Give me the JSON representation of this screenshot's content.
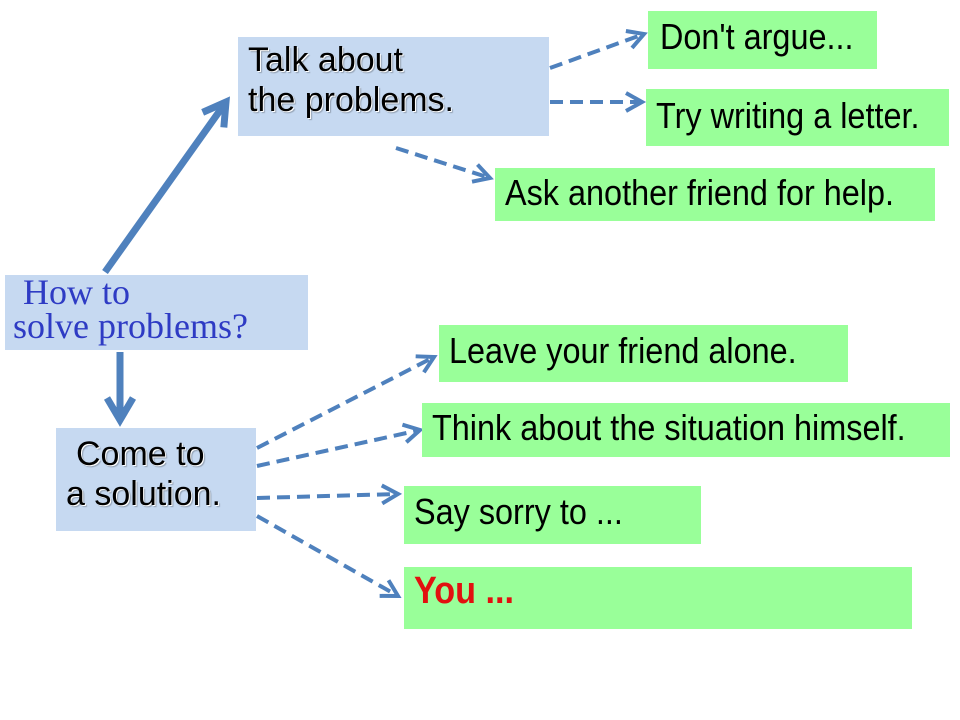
{
  "colors": {
    "arrow": "#4f81bd",
    "blue_box": "#c6d9f1",
    "green_box": "#99ff99",
    "root_text": "#2e3bc4",
    "highlight_text": "#e21010"
  },
  "root": {
    "line1": "How to",
    "line2": "solve problems?"
  },
  "branches": {
    "talk": {
      "line1": "Talk about",
      "line2": "the problems."
    },
    "solution": {
      "line1": "Come to",
      "line2": "a solution."
    }
  },
  "talk_options": {
    "argue": "Don't argue...",
    "letter": "Try writing a letter.",
    "ask": "Ask another friend for help."
  },
  "solution_options": {
    "leave": "Leave your friend alone.",
    "think": "Think about the situation himself.",
    "sorry": "Say sorry to ...",
    "you": "You ..."
  }
}
